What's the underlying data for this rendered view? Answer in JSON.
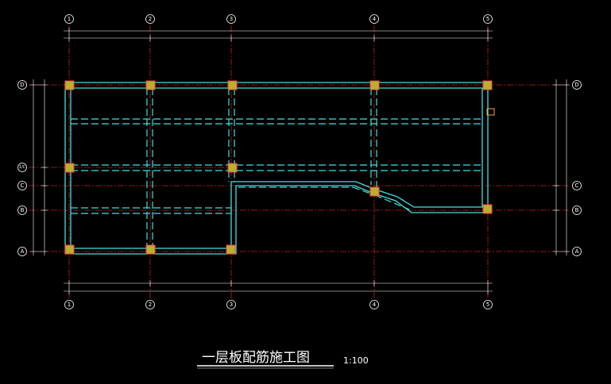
{
  "drawing": {
    "title": "一层板配筋施工图",
    "scale": "1:100"
  },
  "grid": {
    "columns": [
      "1",
      "2",
      "3",
      "4",
      "5"
    ],
    "rows_left": [
      "D",
      "1/C",
      "C",
      "B",
      "A"
    ],
    "rows_right": [
      "D",
      "C",
      "B",
      "A"
    ]
  },
  "colors": {
    "background": "#000000",
    "grid_line": "#c02020",
    "dimension_line": "#ffffff",
    "beam": "#40e0e0",
    "column_fill": "#b8b030",
    "column_edge": "#ff4040",
    "marker": "#ffa040"
  }
}
